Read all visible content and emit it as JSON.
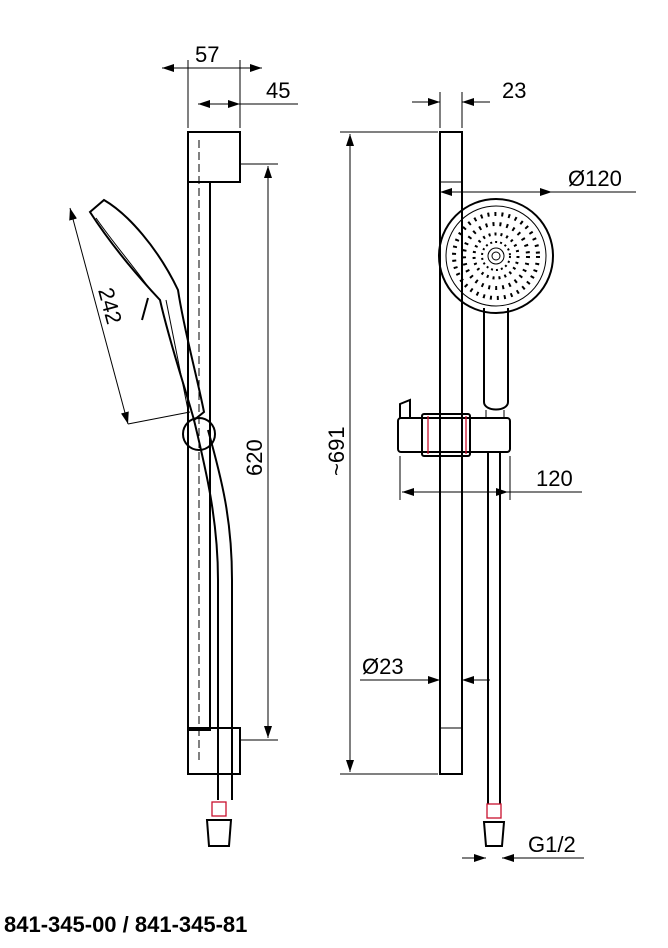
{
  "dimensions": {
    "side_width_total": "57",
    "side_width_bar": "45",
    "side_rail_length": "620",
    "handshower_length": "242",
    "front_bar_diameter_top": "23",
    "head_diameter": "Ø120",
    "overall_height": "~691",
    "holder_projection": "120",
    "rail_diameter": "Ø23",
    "connection_thread": "G1/2"
  },
  "caption": "841-345-00 / 841-345-81",
  "colors": {
    "line": "#000000",
    "accent": "#c8102e"
  }
}
